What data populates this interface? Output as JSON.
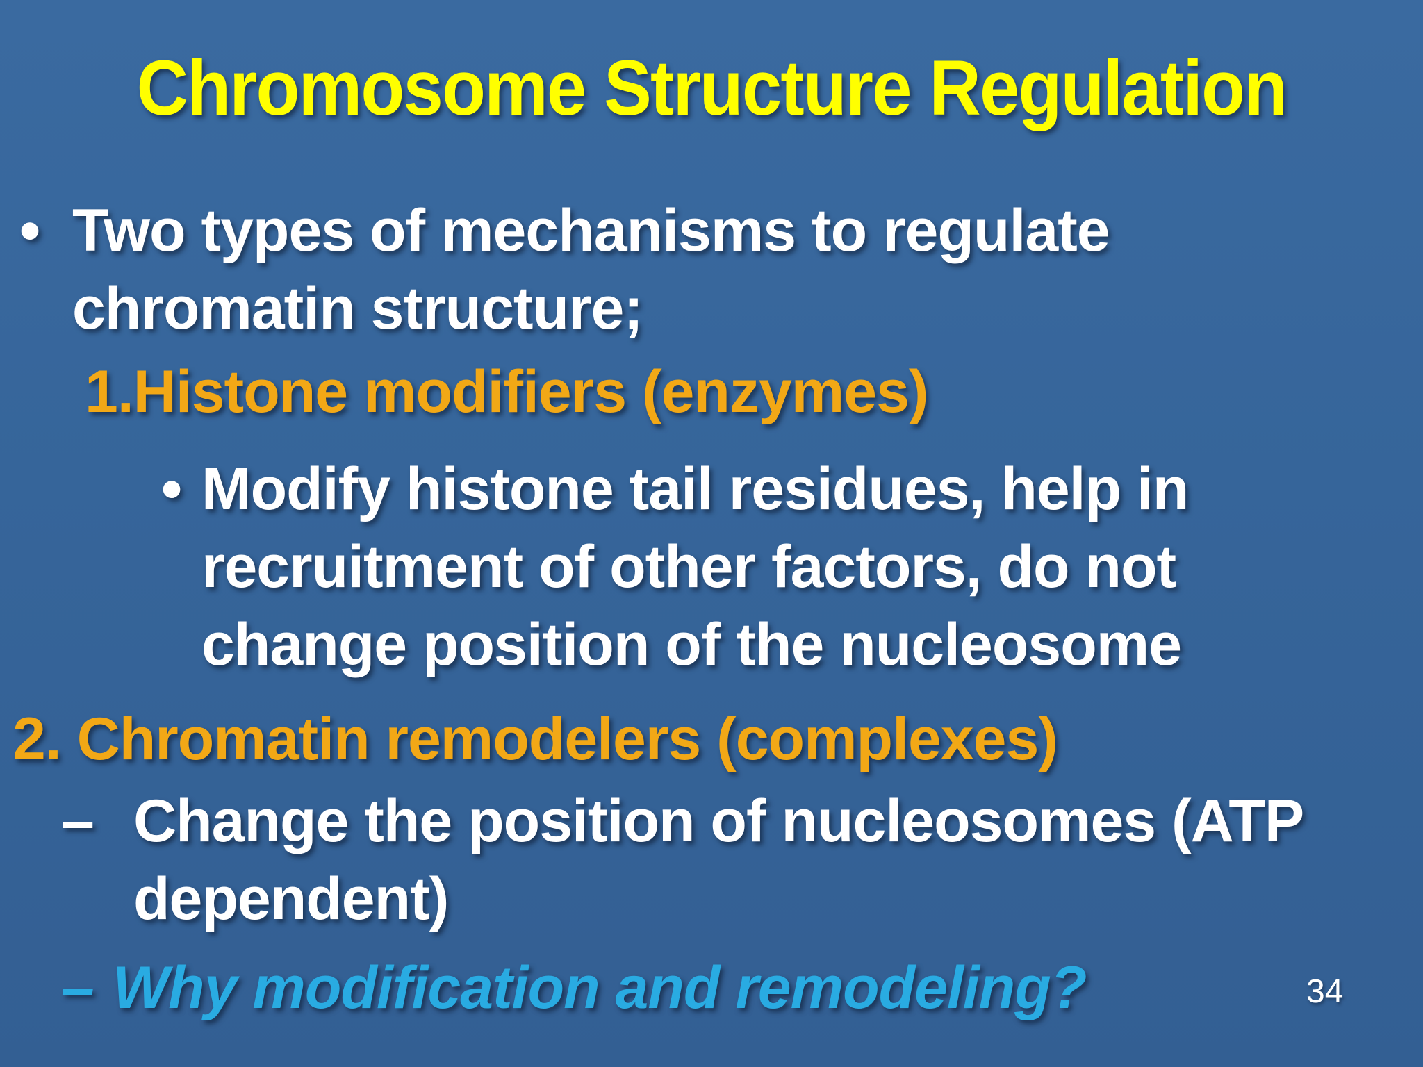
{
  "slide": {
    "title": "Chromosome Structure Regulation",
    "page_number": "34",
    "colors": {
      "background": "#36659A",
      "title": "#FFFF00",
      "body_text": "#FFFFFF",
      "accent_orange": "#F2A816",
      "accent_blue": "#29ABE2"
    },
    "content": {
      "bullet1": {
        "marker": "•",
        "lines": [
          "Two types of mechanisms to regulate",
          "chromatin structure;"
        ]
      },
      "numbered1": {
        "text": "1.Histone modifiers (enzymes)"
      },
      "sub_bullet": {
        "marker": "•",
        "lines": [
          "Modify histone tail residues, help in",
          "recruitment of other factors, do not",
          "change position of the nucleosome"
        ]
      },
      "numbered2": {
        "text": "2. Chromatin remodelers (complexes)"
      },
      "dash1": {
        "marker": "–",
        "lines": [
          "Change the position of nucleosomes (ATP",
          "dependent)"
        ]
      },
      "dash2": {
        "marker": "–",
        "text": "Why modification and remodeling?"
      }
    }
  }
}
